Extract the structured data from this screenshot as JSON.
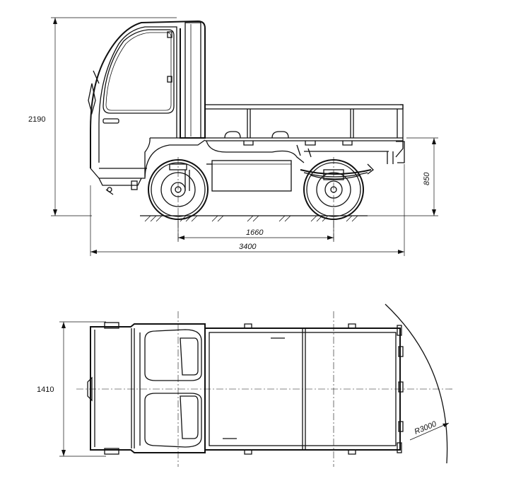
{
  "dimensions": {
    "height": "2190",
    "platform_height": "850",
    "wheelbase": "1660",
    "length": "3400",
    "width": "1410",
    "turning_radius": "R3000"
  }
}
